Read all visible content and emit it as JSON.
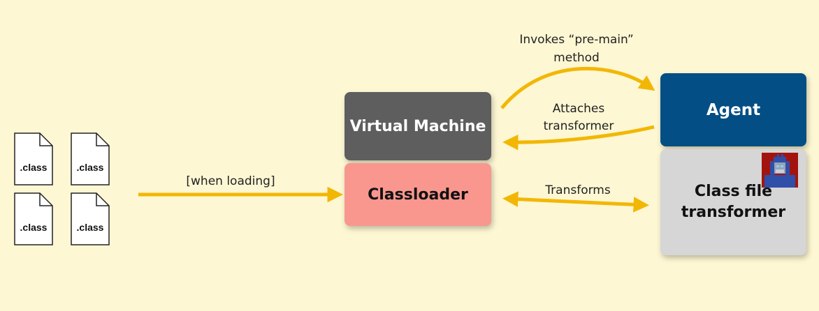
{
  "nodes": {
    "virtual_machine": "Virtual Machine",
    "classloader": "Classloader",
    "agent": "Agent",
    "class_file_transformer": "Class file transformer"
  },
  "files": [
    ".class",
    ".class",
    ".class",
    ".class"
  ],
  "edges": {
    "when_loading": "[when loading]",
    "invokes_line1": "Invokes “pre-main”",
    "invokes_line2": "method",
    "attaches_line1": "Attaches",
    "attaches_line2": "transformer",
    "transforms": "Transforms"
  },
  "colors": {
    "background": "#fdf7d3",
    "arrow": "#f2b705",
    "virtual_machine": "#5e5e5e",
    "classloader": "#f9978f",
    "agent": "#034e84",
    "class_file_transformer": "#d6d6d6"
  },
  "icons": [
    "file-icon",
    "robot-icon"
  ]
}
